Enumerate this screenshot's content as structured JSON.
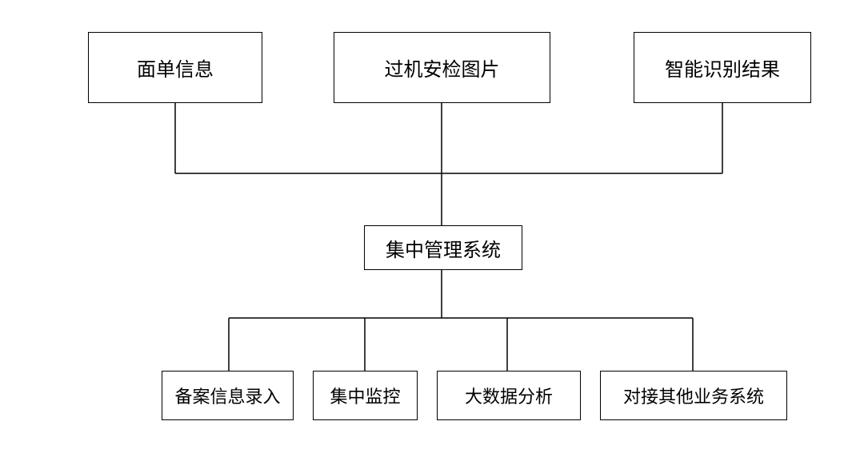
{
  "diagram": {
    "top_nodes": [
      {
        "label": "面单信息"
      },
      {
        "label": "过机安检图片"
      },
      {
        "label": "智能识别结果"
      }
    ],
    "center_node": {
      "label": "集中管理系统"
    },
    "bottom_nodes": [
      {
        "label": "备案信息录入"
      },
      {
        "label": "集中监控"
      },
      {
        "label": "大数据分析"
      },
      {
        "label": "对接其他业务系统"
      }
    ],
    "edges": [
      {
        "from": "面单信息",
        "to": "集中管理系统"
      },
      {
        "from": "过机安检图片",
        "to": "集中管理系统"
      },
      {
        "from": "智能识别结果",
        "to": "集中管理系统"
      },
      {
        "from": "集中管理系统",
        "to": "备案信息录入"
      },
      {
        "from": "集中管理系统",
        "to": "集中监控"
      },
      {
        "from": "集中管理系统",
        "to": "大数据分析"
      },
      {
        "from": "集中管理系统",
        "to": "对接其他业务系统"
      }
    ],
    "colors": {
      "line": "#000000",
      "box_border": "#000000",
      "box_fill": "#ffffff",
      "text": "#000000",
      "background": "#ffffff"
    }
  }
}
